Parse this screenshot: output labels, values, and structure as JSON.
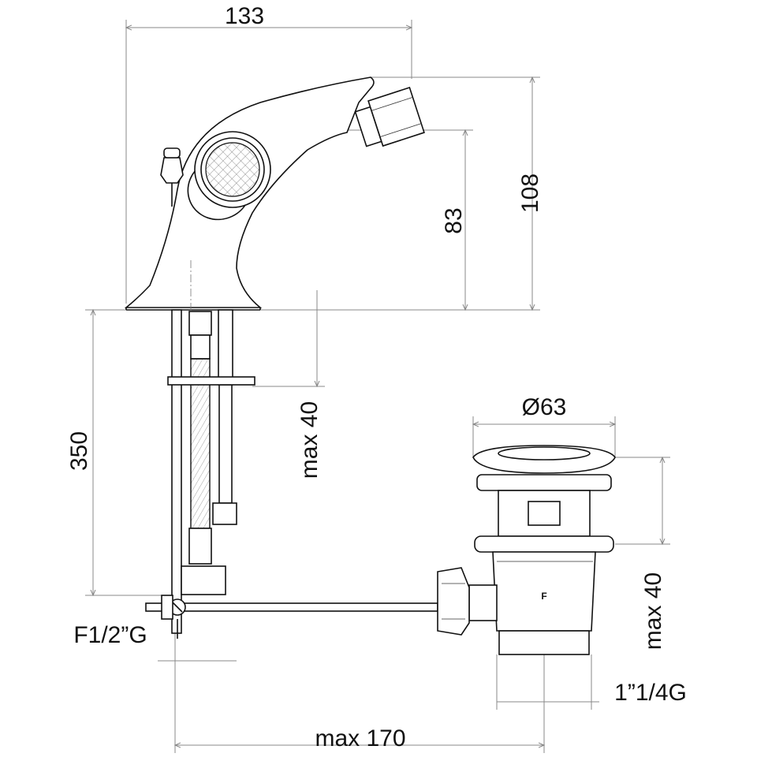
{
  "dimensions": {
    "width_top": "133",
    "height_total": "108",
    "height_spout": "83",
    "length_rods": "350",
    "max_thickness_left": "max 40",
    "drain_diameter": "Ø63",
    "max_thickness_right": "max 40",
    "supply_thread": "F1/2”G",
    "drain_thread": "1”1/4G",
    "max_reach": "max 170"
  },
  "drain_mark": "F"
}
